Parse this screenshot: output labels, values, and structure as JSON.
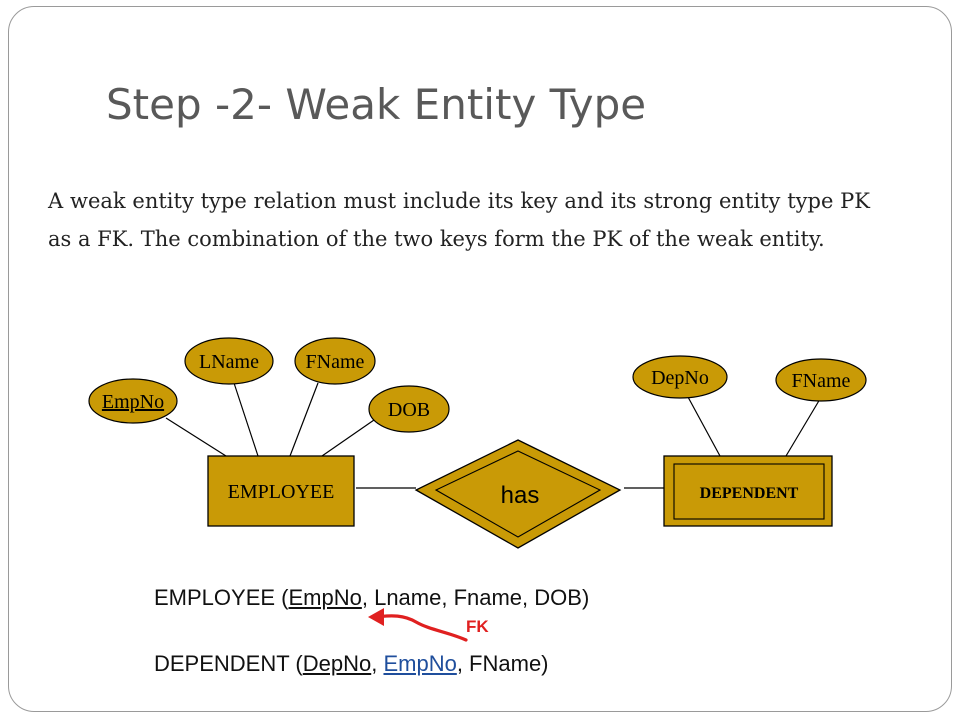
{
  "slide": {
    "title": "Step -2- Weak Entity Type",
    "body": "A weak entity type relation must include its key and its strong entity type PK as a FK. The combination of the two keys form the PK of the weak entity."
  },
  "diagram": {
    "colors": {
      "fill": "#c99a06",
      "stroke": "#000000",
      "link": "#000000"
    },
    "employee": {
      "label": "EMPLOYEE",
      "attributes": {
        "empno": "EmpNo",
        "lname": "LName",
        "fname": "FName",
        "dob": "DOB"
      }
    },
    "relationship": {
      "label": "has"
    },
    "dependent": {
      "label": "DEPENDENT",
      "attributes": {
        "depno": "DepNo",
        "fname": "FName"
      }
    }
  },
  "schema": {
    "employee": {
      "name": "EMPLOYEE",
      "open": " (",
      "key": "EmpNo",
      "rest": ", Lname, Fname, DOB)"
    },
    "dependent": {
      "name": "DEPENDENT",
      "open": " (",
      "key": "DepNo",
      "sep": ", ",
      "fk": "EmpNo",
      "rest": ", FName)"
    },
    "fk_label": "FK",
    "fk_color": "#e02020"
  }
}
